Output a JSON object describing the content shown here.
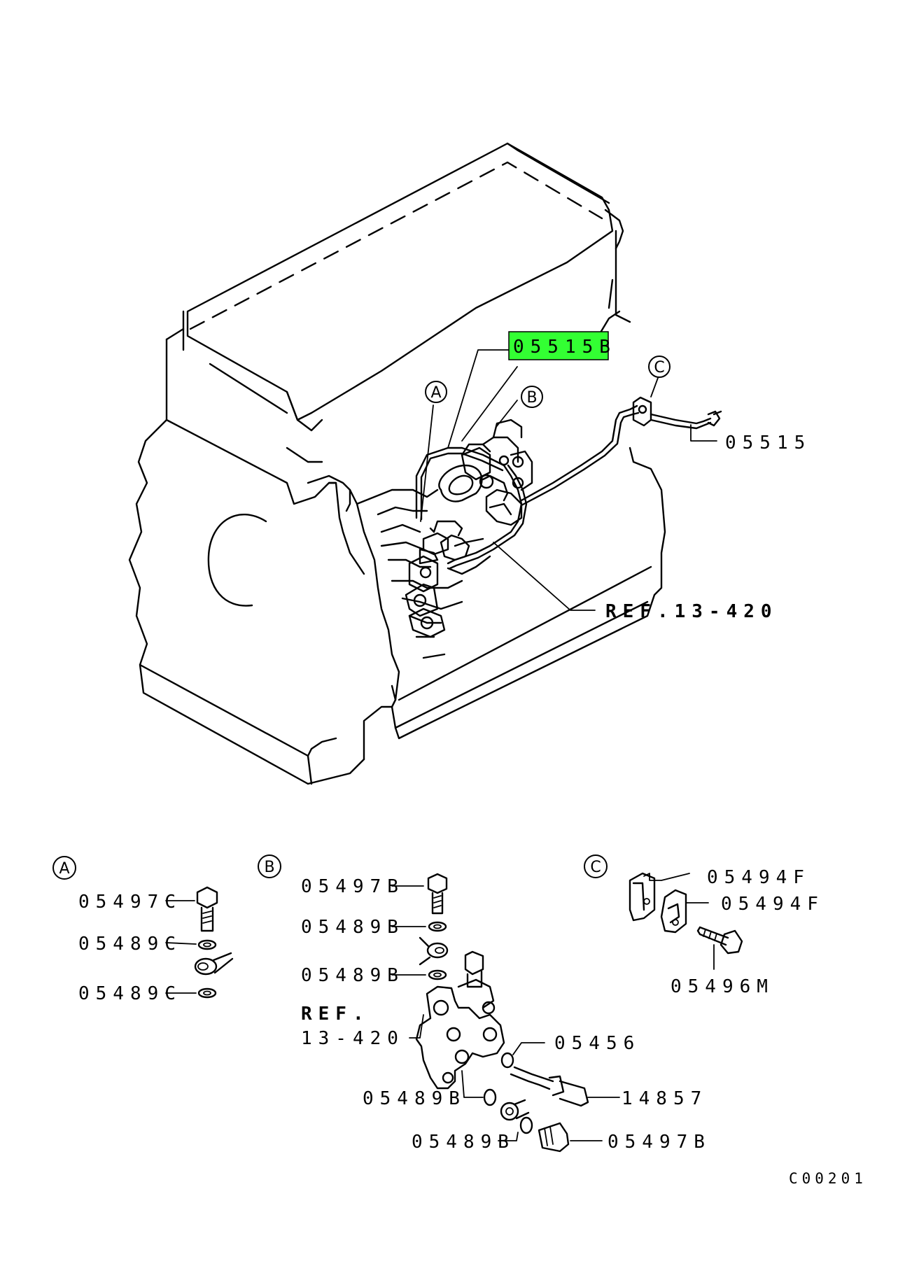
{
  "labels": {
    "highlight": "05515B",
    "line_c": "05515",
    "ref_main": "REF.13-420",
    "a_bolt": "05497C",
    "a_washer_1": "05489C",
    "a_washer_2": "05489C",
    "b_bolt_top": "05497B",
    "b_washer_1": "05489B",
    "b_washer_2": "05489B",
    "b_ref_line1": "REF.",
    "b_ref_line2": "13-420",
    "b_oring": "05456",
    "b_sensor": "14857",
    "b_washer_3": "05489B",
    "b_washer_4": "05489B",
    "b_bolt_bottom": "05497B",
    "c_clamp_1": "05494F",
    "c_clamp_2": "05494F",
    "c_bolt": "05496M",
    "diagram_code": "C00201"
  },
  "callouts": {
    "a": "A",
    "b": "B",
    "c": "C"
  },
  "colors": {
    "highlight": "#33ff33",
    "line": "#000000",
    "background": "#ffffff"
  }
}
